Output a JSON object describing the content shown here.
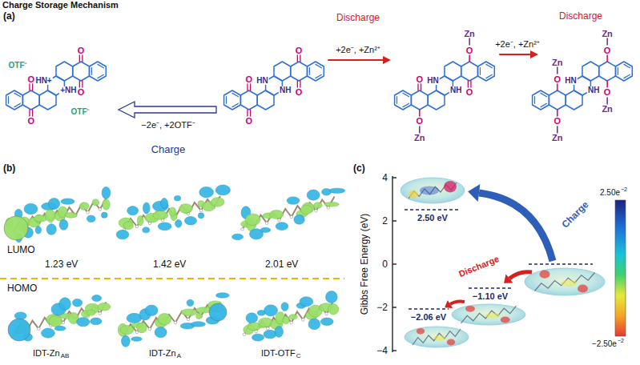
{
  "diagram": {
    "title": "Charge Storage Mechanism",
    "labels": [
      "(a)",
      "Discharge",
      "Discharge",
      "Charge",
      "−2e⁻, +2OTF⁻",
      "+2e⁻, +Zn²⁺",
      "+2e⁻, +Zn²⁺",
      "O",
      "O",
      "O",
      "O",
      "HN+",
      "+NH",
      "OTF⁻",
      "OTF⁻",
      "O",
      "O",
      "O",
      "O",
      "HN",
      "NH",
      "O",
      "O",
      "Zn",
      "O",
      "Zn",
      "O",
      "HN",
      "NH",
      "O",
      "Zn",
      "O",
      "Zn",
      "O",
      "Zn",
      "O",
      "Zn",
      "HN",
      "NH",
      "(b)",
      "LUMO",
      "1.23 eV",
      "1.42 eV",
      "2.01 eV",
      "HOMO",
      "IDT-Zn",
      "AB",
      "IDT-Zn",
      "A",
      "IDT-OTF",
      "C",
      "(c)",
      "Gibbs Free Energy (eV)",
      "4",
      "2",
      "0",
      "−2",
      "−4",
      "2.50 eV",
      "−1.10 eV",
      "−2.06 eV",
      "Charge",
      "Discharge",
      "2.50e",
      "−2",
      "−2.50e",
      "−2"
    ]
  }
}
